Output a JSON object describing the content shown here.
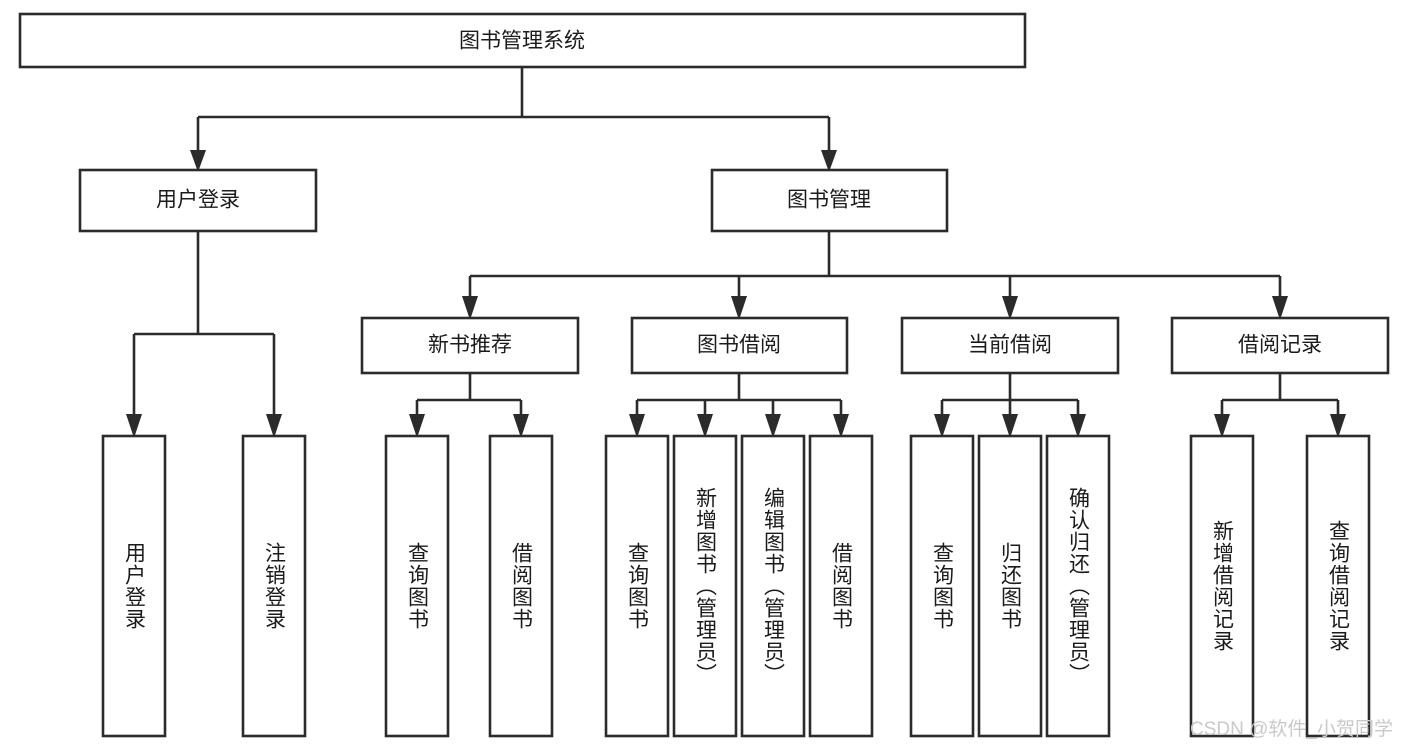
{
  "diagram": {
    "type": "tree-hierarchy",
    "orientation": "top-down",
    "root": {
      "label": "图书管理系统"
    },
    "level1": [
      {
        "label": "用户登录"
      },
      {
        "label": "图书管理"
      }
    ],
    "level2": [
      {
        "label": "新书推荐"
      },
      {
        "label": "图书借阅"
      },
      {
        "label": "当前借阅"
      },
      {
        "label": "借阅记录"
      }
    ],
    "leaves": {
      "user_login": [
        {
          "label": "用户登录"
        },
        {
          "label": "注销登录"
        }
      ],
      "new_book_recommend": [
        {
          "label": "查询图书"
        },
        {
          "label": "借阅图书"
        }
      ],
      "book_borrow": [
        {
          "label": "查询图书"
        },
        {
          "label": "新增图书（管理员）"
        },
        {
          "label": "编辑图书（管理员）"
        },
        {
          "label": "借阅图书"
        }
      ],
      "current_borrow": [
        {
          "label": "查询图书"
        },
        {
          "label": "归还图书"
        },
        {
          "label": "确认归还（管理员）"
        }
      ],
      "borrow_record": [
        {
          "label": "新增借阅记录"
        },
        {
          "label": "查询借阅记录"
        }
      ]
    }
  },
  "watermark": {
    "text": "CSDN @软件_小贺同学"
  },
  "colors": {
    "background": "#ffffff",
    "box_fill": "#ffffff",
    "stroke": "#2b2b2b",
    "text": "#1b1b1b",
    "watermark": "#c9c9c9"
  }
}
